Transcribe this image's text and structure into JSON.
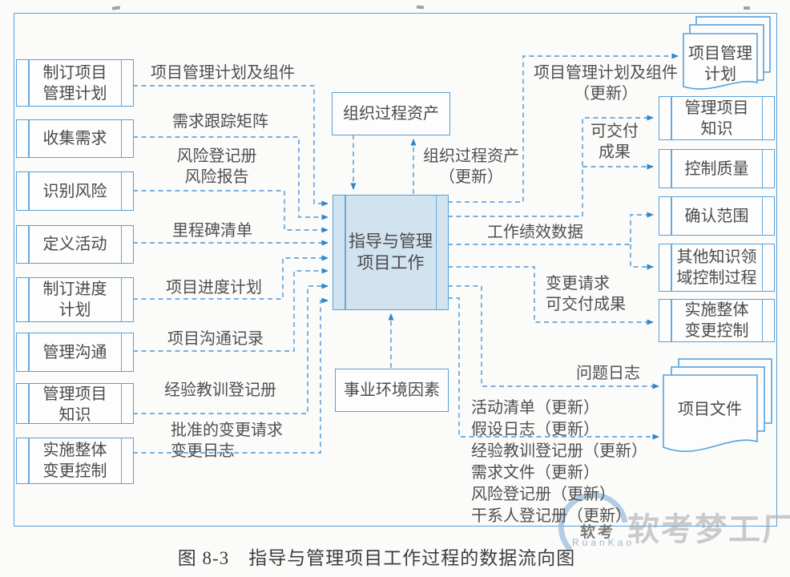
{
  "figure": {
    "caption": "图 8-3　指导与管理项目工作过程的数据流向图"
  },
  "nodes": {
    "left": [
      "制订项目\n管理计划",
      "收集需求",
      "识别风险",
      "定义活动",
      "制订进度\n计划",
      "管理沟通",
      "管理项目\n知识",
      "实施整体\n变更控制"
    ],
    "center": {
      "opa": "组织过程资产",
      "main": "指导与管理\n项目工作",
      "eef": "事业环境因素"
    },
    "right": [
      "管理项目\n知识",
      "控制质量",
      "确认范围",
      "其他知识领\n域控制过程",
      "实施整体\n变更控制"
    ],
    "docs": {
      "pm_plan": "项目管理\n计划",
      "project_files": "项目文件"
    }
  },
  "flows": {
    "from_left": [
      "项目管理计划及组件",
      "需求跟踪矩阵",
      "风险登记册\n风险报告",
      "里程碑清单",
      "项目进度计划",
      "项目沟通记录",
      "经验教训登记册",
      "批准的变更请求\n变更日志"
    ],
    "to_right": {
      "opa_update": "组织过程资产\n（更新）",
      "pm_plan_update": "项目管理计划及组件\n（更新）",
      "deliverables": "可交付\n成果",
      "work_performance_data": "工作绩效数据",
      "change_requests": "变更请求\n可交付成果",
      "issue_log": "问题日志"
    },
    "updates": [
      "活动清单（更新）",
      "假设日志（更新）",
      "经验教训登记册（更新）",
      "需求文件（更新）",
      "风险登记册（更新）",
      "干系人登记册（更新）"
    ]
  },
  "watermark": {
    "brand": "软考梦工厂",
    "logo_text": "软考",
    "logo_subtext": "RuanKao"
  },
  "colors": {
    "line": "#4a96d5",
    "border": "#58a0d9",
    "main_fill": "#d2e3f0",
    "text": "#4a4a4a",
    "watermark": "#aaaaaa"
  }
}
